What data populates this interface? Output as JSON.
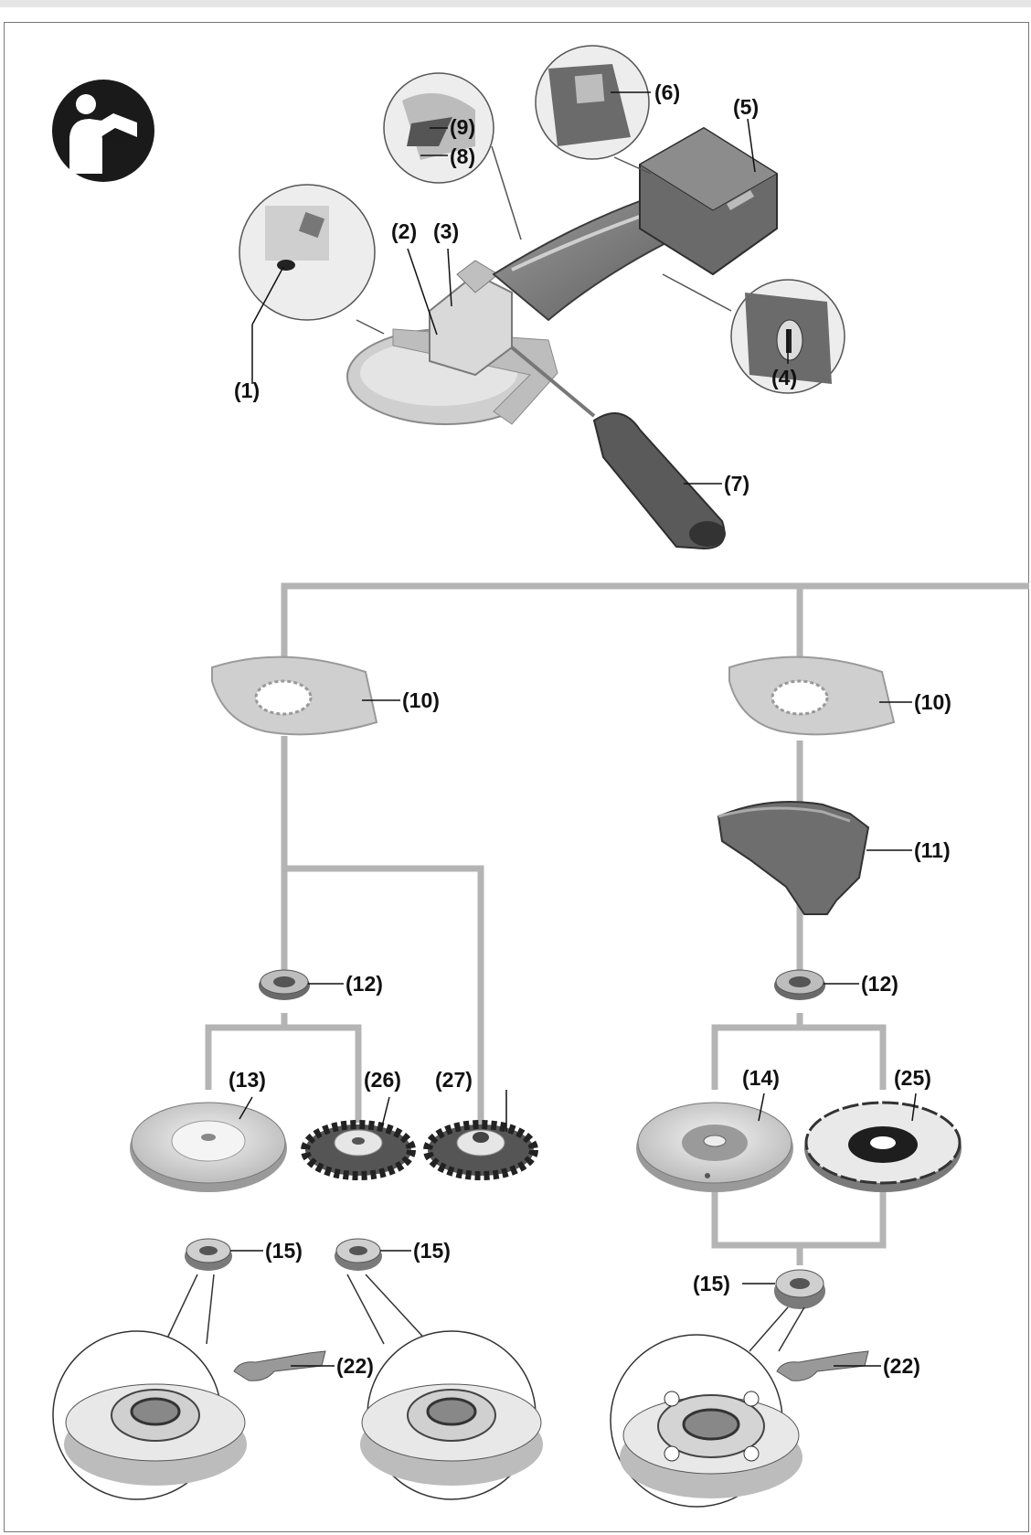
{
  "labels": {
    "p1": "(1)",
    "p2": "(2)",
    "p3": "(3)",
    "p4": "(4)",
    "p5": "(5)",
    "p6": "(6)",
    "p7": "(7)",
    "p8": "(8)",
    "p9": "(9)",
    "p10a": "(10)",
    "p10b": "(10)",
    "p11": "(11)",
    "p12a": "(12)",
    "p12b": "(12)",
    "p13": "(13)",
    "p14": "(14)",
    "p15a": "(15)",
    "p15b": "(15)",
    "p15c": "(15)",
    "p22a": "(22)",
    "p22b": "(22)",
    "p25": "(25)",
    "p26": "(26)",
    "p27": "(27)"
  },
  "colors": {
    "line": "#b4b4b4",
    "dark": "#4a4a4a",
    "mid": "#8c8c8c",
    "light": "#d2d2d2"
  },
  "icons": {
    "manual": "read-manual-icon"
  }
}
